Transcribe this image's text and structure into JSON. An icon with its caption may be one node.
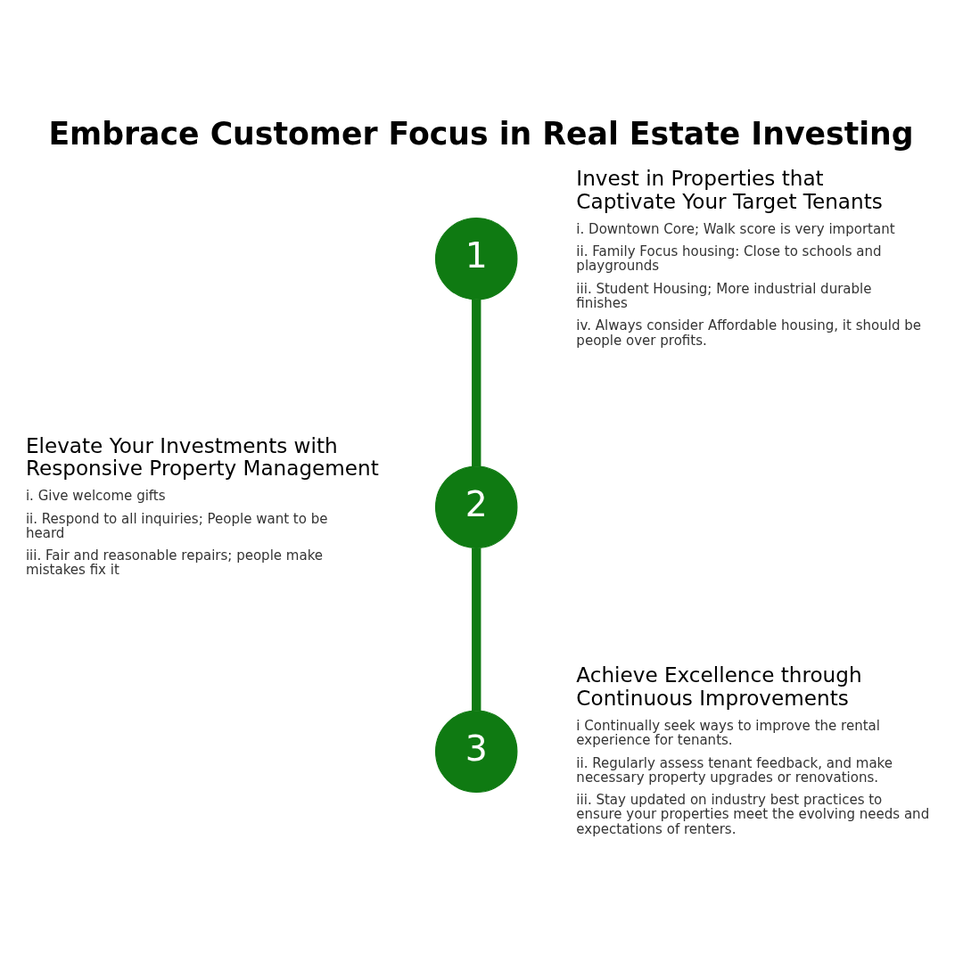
{
  "diagram": {
    "title": "Embrace Customer Focus in Real Estate Investing",
    "nodes": [
      {
        "text": [
          "1"
        ],
        "beside": [
          "Invest in Properties that Captivate Your Target Tenants",
          "i. Downtown Core; Walk score is very important",
          "ii. Family Focus housing: Close to schools and playgrounds",
          "iii. Student Housing; More industrial durable finishes",
          "iv. Always consider Affordable housing, it should be people over profits."
        ]
      },
      {
        "text": [
          "2"
        ],
        "beside": [
          "Elevate Your Investments with Responsive Property Management",
          "i. Give welcome gifts",
          "ii. Respond to all inquiries; People want to be heard",
          "iii. Fair and reasonable repairs; people make mistakes fix it"
        ]
      },
      {
        "text": [
          "3"
        ],
        "beside": [
          "Achieve Excellence through Continuous Improvements",
          "i Continually seek ways to improve the rental experience for tenants.",
          "ii. Regularly assess tenant feedback, and make necessary property upgrades or renovations.",
          "iii. Stay updated on industry best practices to ensure your properties meet the evolving needs and expectations of renters."
        ]
      }
    ],
    "edges": [
      {
        "from": 0,
        "to": 1,
        "arrow": "none"
      },
      {
        "from": 1,
        "to": 2,
        "arrow": "none"
      }
    ]
  }
}
